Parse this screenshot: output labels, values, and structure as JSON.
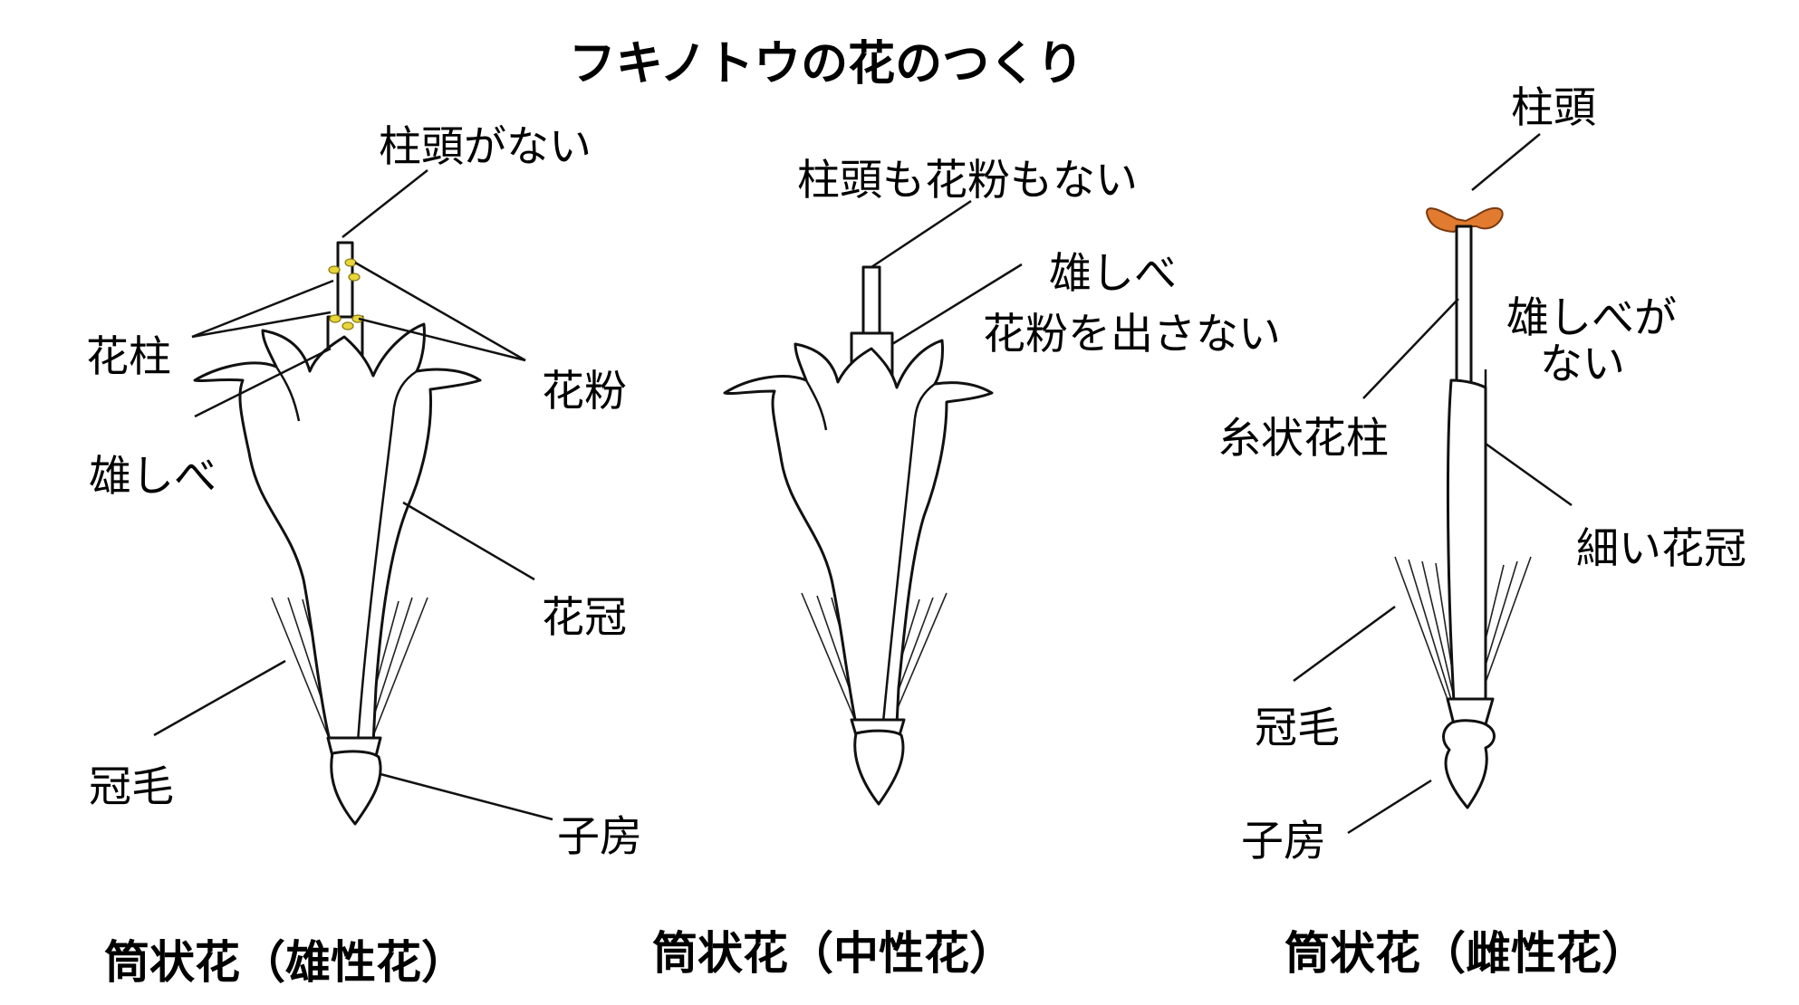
{
  "title": "フキノトウの花のつくり",
  "flowers": [
    {
      "caption": "筒状花（雄性花）",
      "labels": {
        "no_stigma": "柱頭がない",
        "style": "花柱",
        "pollen": "花粉",
        "stamen": "雄しべ",
        "corolla": "花冠",
        "pappus": "冠毛",
        "ovary": "子房"
      }
    },
    {
      "caption": "筒状花（中性花）",
      "labels": {
        "no_stigma_pollen": "柱頭も花粉もない",
        "stamen": "雄しべ",
        "no_pollen_release": "花粉を出さない"
      }
    },
    {
      "caption": "筒状花（雌性花）",
      "labels": {
        "stigma": "柱頭",
        "no_stamen_line1": "雄しべが",
        "no_stamen_line2": "ない",
        "filiform_style": "糸状花柱",
        "thin_corolla": "細い花冠",
        "pappus": "冠毛",
        "ovary": "子房"
      }
    }
  ],
  "colors": {
    "pollen": "#e8d63a",
    "stigma": "#e07b30"
  }
}
